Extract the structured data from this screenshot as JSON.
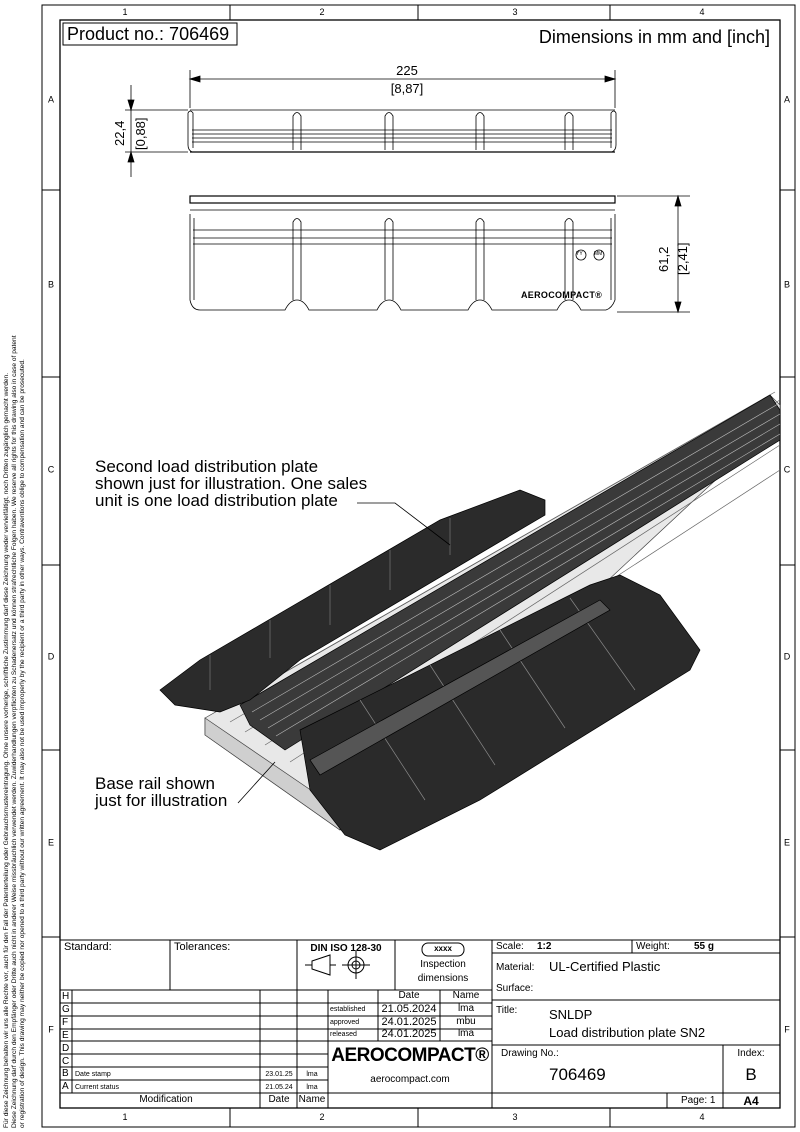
{
  "header": {
    "product_no": "Product no.: 706469",
    "units_note": "Dimensions in mm and [inch]"
  },
  "zones": {
    "columns": [
      "1",
      "2",
      "3",
      "4"
    ],
    "rows": [
      "A",
      "B",
      "C",
      "D",
      "E",
      "F"
    ]
  },
  "copyright_notice": [
    "Für diese Zeichnung behalten wir uns alle Rechte vor, auch für den Fall der Patenterteilung oder Gebrauchsmustereintragung. Ohne unsere vorherige, schriftliche Zustimmung darf diese Zeichnung weder vervielfältigt, noch Dritten zugänglich gemacht werden.",
    "Diese Zeichnung darf durch den Empfänger oder Dritte auch nicht in anderer Weise missbräuchlich verwendet werden. Zuwiderhandlungen verpflichten zu Schadenersatz und können strafrechtliche Folgen haben. We reserve all rights for this drawing also in case of patent",
    "or registration of design. This drawing may neither be copied nor opened to a third party without our written agreement. It may also not be used improperly by the recipient or a third party in other ways. Contraventions oblige to compensation and can be prosecuted."
  ],
  "dimensions": {
    "length_mm": "225",
    "length_in": "[8,87]",
    "height_mm": "22,4",
    "height_in": "[0,88]",
    "width_mm": "61,2",
    "width_in": "[2,41]"
  },
  "part_marking": {
    "logo": "AEROCOMPACT®",
    "symbols": [
      "YY",
      "MM"
    ]
  },
  "annotations": {
    "second_plate": [
      "Second load distribution plate",
      "shown just for illustration. One sales",
      "unit is one load distribution plate"
    ],
    "base_rail": [
      "Base rail shown",
      "just for illustration"
    ]
  },
  "title_block": {
    "standard_label": "Standard:",
    "tolerances_label": "Tolerances:",
    "din": "DIN ISO 128-30",
    "inspection_badge": "xxxx",
    "inspection_label": [
      "Inspection",
      "dimensions"
    ],
    "approval_header": {
      "date": "Date",
      "name": "Name"
    },
    "approvals": [
      {
        "label": "established",
        "date": "21.05.2024",
        "name": "lma"
      },
      {
        "label": "approved",
        "date": "24.01.2025",
        "name": "mbu"
      },
      {
        "label": "released",
        "date": "24.01.2025",
        "name": "lma"
      }
    ],
    "revisions": [
      {
        "letter": "H",
        "text": "",
        "date": "",
        "name": ""
      },
      {
        "letter": "G",
        "text": "",
        "date": "",
        "name": ""
      },
      {
        "letter": "F",
        "text": "",
        "date": "",
        "name": ""
      },
      {
        "letter": "E",
        "text": "",
        "date": "",
        "name": ""
      },
      {
        "letter": "D",
        "text": "",
        "date": "",
        "name": ""
      },
      {
        "letter": "C",
        "text": "",
        "date": "",
        "name": ""
      },
      {
        "letter": "B",
        "text": "Date stamp",
        "date": "23.01.25",
        "name": "lma"
      },
      {
        "letter": "A",
        "text": "Current status",
        "date": "21.05.24",
        "name": "lma"
      }
    ],
    "revision_footer": {
      "modification": "Modification",
      "date": "Date",
      "name": "Name"
    },
    "company_logo": "AEROCOMPACT®",
    "company_url": "aerocompact.com",
    "scale_label": "Scale:",
    "scale": "1:2",
    "weight_label": "Weight:",
    "weight": "55 g",
    "material_label": "Material:",
    "material": "UL-Certified Plastic",
    "surface_label": "Surface:",
    "title_label": "Title:",
    "title_line1": "SNLDP",
    "title_line2": "Load distribution plate SN2",
    "drawing_no_label": "Drawing No.:",
    "drawing_no": "706469",
    "index_label": "Index:",
    "index": "B",
    "page": "Page: 1",
    "format": "A4"
  }
}
